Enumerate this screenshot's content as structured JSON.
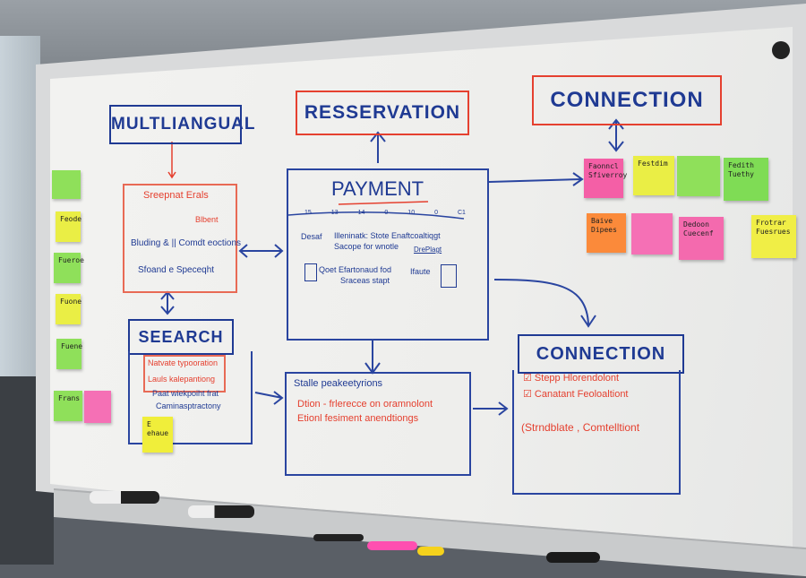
{
  "boxes": {
    "multilingual": {
      "title": "MULTLIANGUAL",
      "items": [
        "Sreepnat Erals",
        "Blbent",
        "Bluding & || Comdt eoctions",
        "Sfoand e Speceqht"
      ]
    },
    "reservation": {
      "title": "RESSERVATION"
    },
    "connection_top": {
      "title": "CONNECTION"
    },
    "payment": {
      "title": "PAYMENT",
      "timeline_labels": [
        "15",
        "13",
        "14",
        "0",
        "10",
        "0",
        "C1"
      ],
      "items": [
        "Desaf",
        "Illeninatk: Stote Enaftcoaltiqgt",
        "Sacope for wnotle",
        "DrePlagt",
        "Qoet Efartonaud fod",
        "Sraceas stapt",
        "Ifaute"
      ]
    },
    "search": {
      "title": "SEEARCH",
      "items": [
        "Natvate typooration",
        "Lauls kalepantiong",
        "Paat wiekpoiht frat",
        "Caminasptractony"
      ],
      "sticky": "E ehaue"
    },
    "middle": {
      "items": [
        "Stalle peakeetyrions",
        "Dtion - frlerecce on oramnolont",
        "Etionl fesiment anendtiongs"
      ]
    },
    "connection_bottom": {
      "title": "CONNECTION",
      "items": [
        "Stepp Hlorendolont",
        "Canatant Feoloaltiont",
        "(Strndblate , Comtelltiont"
      ]
    }
  },
  "sticky_notes": [
    {
      "text": "Faonncl Sfiverroy",
      "color": "#f45fa6"
    },
    {
      "text": "Festdim",
      "color": "#eaee45"
    },
    {
      "text": "",
      "color": "#8fe05a"
    },
    {
      "text": "Fedith Tuethy",
      "color": "#7fdc55"
    },
    {
      "text": "Baive Dipees",
      "color": "#fb8a3a"
    },
    {
      "text": "",
      "color": "#f570b5"
    },
    {
      "text": "Dedoon Cuecenf",
      "color": "#f46aae"
    },
    {
      "text": "Frotrar Fuesrues",
      "color": "#f0ee46"
    }
  ],
  "side_notes": [
    {
      "text": "",
      "color": "#8fe05a"
    },
    {
      "text": "Feode",
      "color": "#eaee45"
    },
    {
      "text": "Fueroe",
      "color": "#8fe05a"
    },
    {
      "text": "Fuone",
      "color": "#eaee45"
    },
    {
      "text": "Fuene",
      "color": "#8fe05a"
    },
    {
      "text": "Frans",
      "color": "#8fe05a"
    },
    {
      "text": "",
      "color": "#f570b5"
    }
  ],
  "colors": {
    "marker_blue": "#1f3a93",
    "marker_red": "#e5402f"
  }
}
